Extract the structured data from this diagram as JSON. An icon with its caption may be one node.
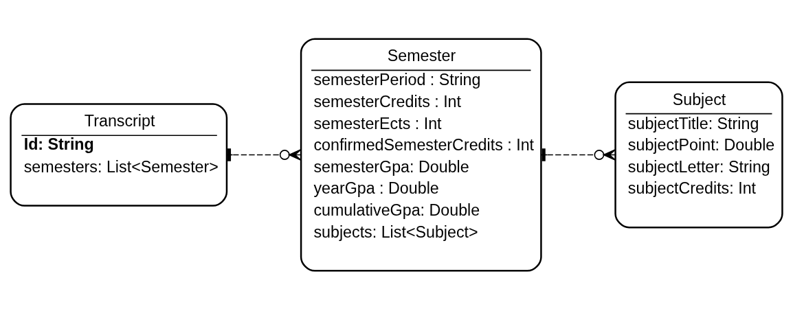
{
  "diagram": {
    "nodes": [
      {
        "text": [
          "Transcript",
          "Id: String",
          "semesters: List<Semester>"
        ]
      },
      {
        "text": [
          "Semester",
          "semesterPeriod : String",
          "semesterCredits : Int",
          "semesterEcts : Int",
          "confirmedSemesterCredits : Int",
          "semesterGpa: Double",
          "yearGpa : Double",
          "cumulativeGpa: Double",
          "subjects: List<Subject>"
        ]
      },
      {
        "text": [
          "Subject",
          "subjectTitle: String",
          "subjectPoint: Double",
          "subjectLetter: String",
          "subjectCredits: Int"
        ]
      }
    ],
    "edges": [
      {
        "from": 0,
        "to": 1,
        "arrow": "other",
        "style": "dashed"
      },
      {
        "from": 1,
        "to": 2,
        "arrow": "other",
        "style": "dashed"
      }
    ]
  }
}
